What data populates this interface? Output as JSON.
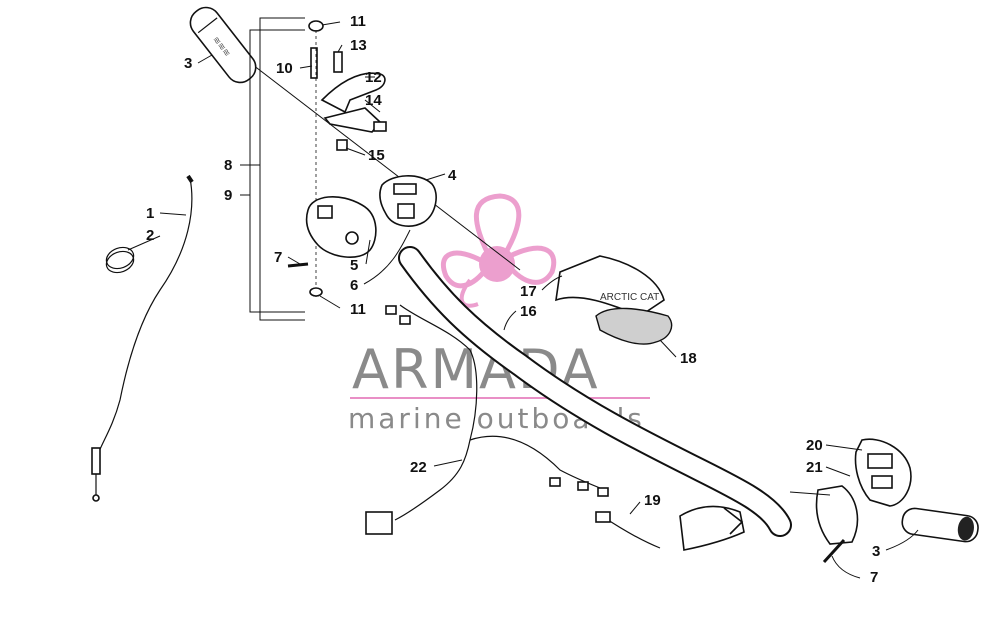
{
  "watermark": {
    "brand": "ARMADA",
    "tagline": "marine outboards",
    "logo_color": "#e98fc6",
    "text_color": "#8a8a8a"
  },
  "callouts": {
    "c1": "1",
    "c2": "2",
    "c3a": "3",
    "c3b": "3",
    "c4": "4",
    "c5": "5",
    "c6": "6",
    "c7a": "7",
    "c7b": "7",
    "c8": "8",
    "c9": "9",
    "c10": "10",
    "c11a": "11",
    "c11b": "11",
    "c12": "12",
    "c13": "13",
    "c14": "14",
    "c15": "15",
    "c16": "16",
    "c17": "17",
    "c18": "18",
    "c19": "19",
    "c20": "20",
    "c21": "21",
    "c22": "22"
  }
}
